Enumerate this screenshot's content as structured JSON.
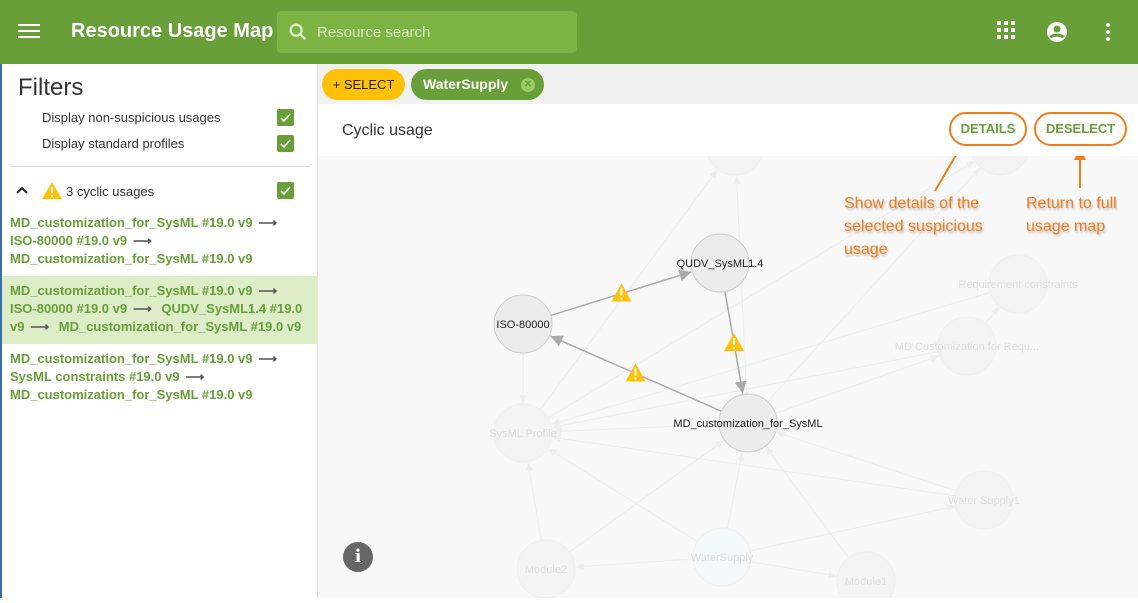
{
  "app": {
    "title": "Resource Usage Map",
    "search_placeholder": "Resource search"
  },
  "icons": {
    "menu": "hamburger-icon",
    "search": "search-icon",
    "apps": "grid-icon",
    "account": "account-circle-icon",
    "more": "more-vert-icon"
  },
  "sidebar": {
    "title": "Filters",
    "filters": [
      {
        "label": "Display non-suspicious usages",
        "checked": true
      },
      {
        "label": "Display standard profiles",
        "checked": true
      }
    ],
    "cyclic": {
      "label": "3 cyclic usages",
      "checked": true
    },
    "items": [
      {
        "parts": [
          "MD_customization_for_SysML #19.0 v9",
          "ISO-80000 #19.0 v9",
          "MD_customization_for_SysML #19.0 v9"
        ],
        "selected": false
      },
      {
        "parts": [
          "MD_customization_for_SysML #19.0 v9",
          "ISO-80000 #19.0 v9",
          "QUDV_SysML1.4 #19.0 v9",
          "MD_customization_for_SysML #19.0 v9"
        ],
        "selected": true
      },
      {
        "parts": [
          "MD_customization_for_SysML #19.0 v9",
          "SysML constraints #19.0 v9",
          "MD_customization_for_SysML #19.0 v9"
        ],
        "selected": false
      }
    ]
  },
  "chips": {
    "select": "+ SELECT",
    "selected": "WaterSupply"
  },
  "panel": {
    "title": "Cyclic usage",
    "details": "DETAILS",
    "deselect": "DESELECT"
  },
  "annotations": {
    "details": "Show details of the selected suspicious usage",
    "deselect": "Return to full usage map"
  },
  "graph": {
    "nodes": [
      {
        "id": "qudv",
        "label": "QUDV_SysML1.4",
        "active": true
      },
      {
        "id": "iso",
        "label": "ISO-80000",
        "active": true
      },
      {
        "id": "md",
        "label": "MD_customization_for_SysML",
        "active": true
      },
      {
        "id": "sp",
        "label": "SysML Profile",
        "active": false
      },
      {
        "id": "mdr",
        "label": "MD Customization for Requ...",
        "active": false
      },
      {
        "id": "ws1",
        "label": "Water Supply1",
        "active": false
      },
      {
        "id": "ws",
        "label": "WaterSupply",
        "active": false
      },
      {
        "id": "m2",
        "label": "Module2",
        "active": false
      },
      {
        "id": "m1",
        "label": "Module1",
        "active": false
      },
      {
        "id": "rc",
        "label": "Requirement constraints",
        "active": false
      },
      {
        "id": "t1",
        "label": "",
        "active": false
      },
      {
        "id": "t2",
        "label": "",
        "active": false
      }
    ],
    "edges": [
      [
        "iso",
        "qudv",
        true
      ],
      [
        "qudv",
        "md",
        true
      ],
      [
        "md",
        "iso",
        true
      ],
      [
        "iso",
        "sp"
      ],
      [
        "md",
        "sp"
      ],
      [
        "ws1",
        "sp"
      ],
      [
        "ws1",
        "md"
      ],
      [
        "ws",
        "ws1"
      ],
      [
        "ws",
        "md"
      ],
      [
        "ws",
        "m2"
      ],
      [
        "ws",
        "m1"
      ],
      [
        "ws",
        "sp"
      ],
      [
        "m2",
        "sp"
      ],
      [
        "m2",
        "md"
      ],
      [
        "m1",
        "md"
      ],
      [
        "mdr",
        "sp"
      ],
      [
        "md",
        "mdr"
      ],
      [
        "rc",
        "sp"
      ],
      [
        "mdr",
        "rc"
      ],
      [
        "md",
        "t1"
      ],
      [
        "sp",
        "t1"
      ],
      [
        "md",
        "t2"
      ],
      [
        "sp",
        "t2"
      ]
    ]
  }
}
